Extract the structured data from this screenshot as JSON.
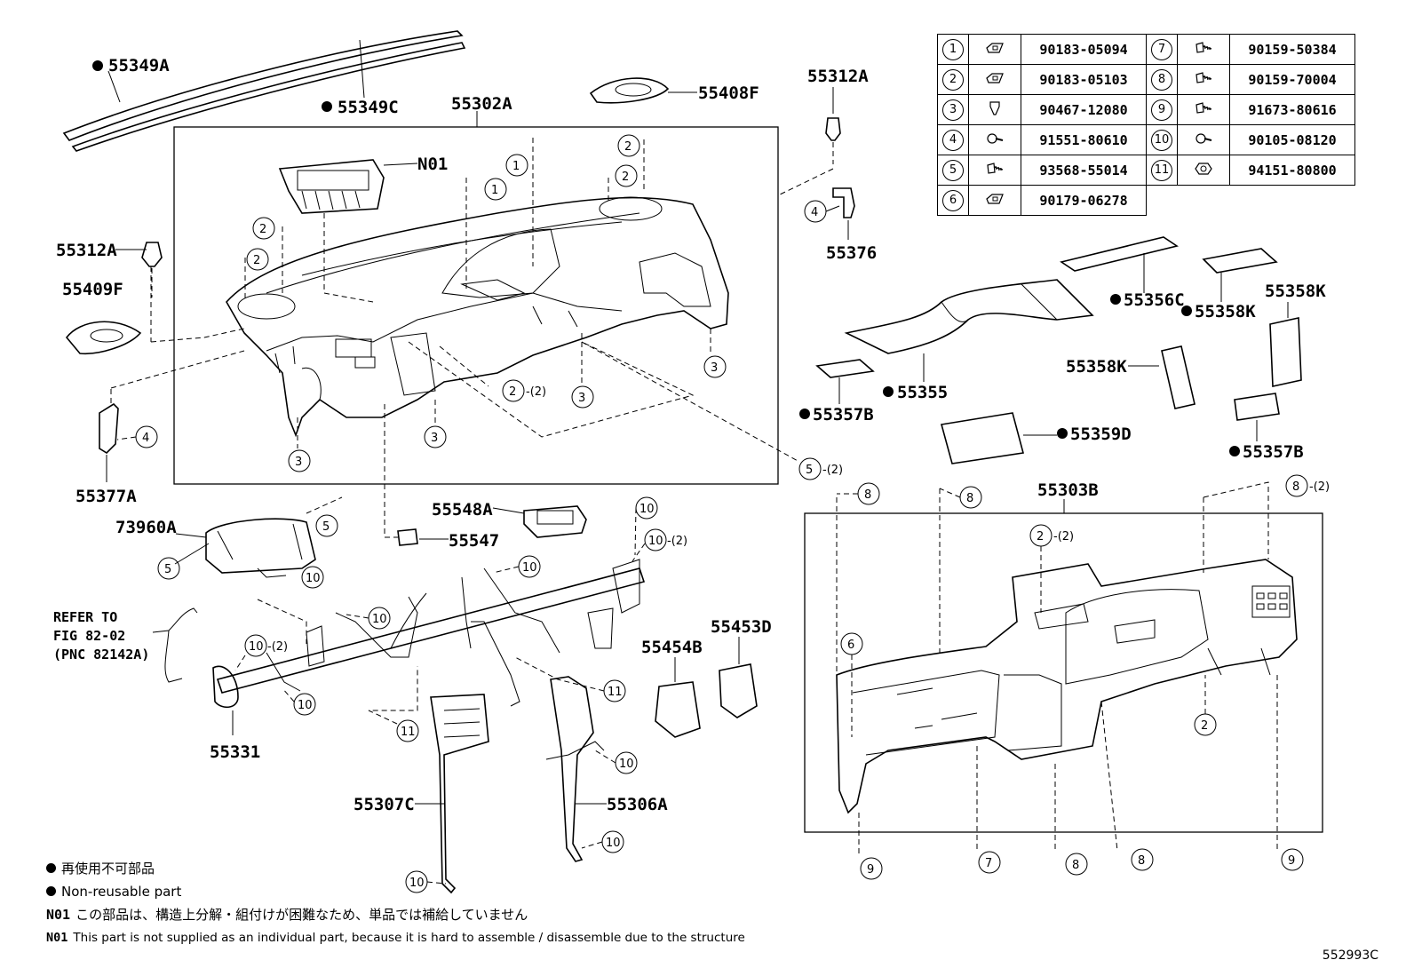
{
  "parts": {
    "p55349A": "55349A",
    "p55349C": "55349C",
    "p55302A": "55302A",
    "p55408F": "55408F",
    "pN01": "N01",
    "p55312A_top": "55312A",
    "p55376": "55376",
    "p55312A_left": "55312A",
    "p55409F": "55409F",
    "p55377A": "55377A",
    "p55356C": "55356C",
    "p55358K_a": "55358K",
    "p55358K_b": "55358K",
    "p55358K_c": "55358K",
    "p55355": "55355",
    "p55357B_a": "55357B",
    "p55357B_b": "55357B",
    "p55359D": "55359D",
    "p73960A": "73960A",
    "p55548A": "55548A",
    "p55547": "55547",
    "p55303B": "55303B",
    "p55453D": "55453D",
    "p55454B": "55454B",
    "p55331": "55331",
    "p55307C": "55307C",
    "p55306A": "55306A"
  },
  "refer_note": {
    "line1": "REFER TO",
    "line2": "FIG 82-02",
    "line3": "(PNC 82142A)"
  },
  "callouts": {
    "one": "1",
    "two": "2",
    "three": "3",
    "four": "4",
    "five": "5",
    "six": "6",
    "seven": "7",
    "eight": "8",
    "nine": "9",
    "ten": "10",
    "eleven": "11",
    "qty2": "-(2)"
  },
  "fastener_table": [
    {
      "left_num": "1",
      "left_pn": "90183-05094",
      "right_num": "7",
      "right_pn": "90159-50384",
      "left_icon": "clip-nut-icon",
      "right_icon": "screw-icon"
    },
    {
      "left_num": "2",
      "left_pn": "90183-05103",
      "right_num": "8",
      "right_pn": "90159-70004",
      "left_icon": "clip-nut-icon",
      "right_icon": "screw-icon"
    },
    {
      "left_num": "3",
      "left_pn": "90467-12080",
      "right_num": "9",
      "right_pn": "91673-80616",
      "left_icon": "clip-icon",
      "right_icon": "screw-icon"
    },
    {
      "left_num": "4",
      "left_pn": "91551-80610",
      "right_num": "10",
      "right_pn": "90105-08120",
      "left_icon": "bolt-icon",
      "right_icon": "bolt-icon"
    },
    {
      "left_num": "5",
      "left_pn": "93568-55014",
      "right_num": "11",
      "right_pn": "94151-80800",
      "left_icon": "screw-icon",
      "right_icon": "nut-icon"
    },
    {
      "left_num": "6",
      "left_pn": "90179-06278",
      "right_num": "",
      "right_pn": "",
      "left_icon": "clip-nut-icon",
      "right_icon": ""
    }
  ],
  "notes": {
    "nonreusable_jp": "再使用不可部品",
    "nonreusable_en": "Non-reusable part",
    "n01_code": "N01",
    "n01_jp": "この部品は、構造上分解・組付けが困難なため、単品では補給していません",
    "n01_en": "This part is not supplied as an individual part, because it is hard to assemble / disassemble due to the structure"
  },
  "figure_code": "552993C"
}
